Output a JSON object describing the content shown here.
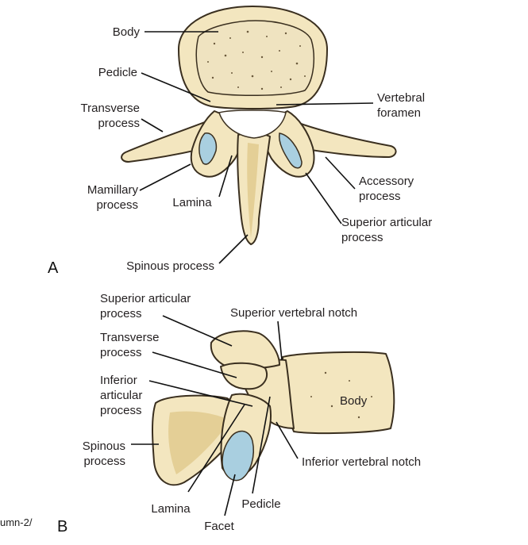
{
  "panel_a": {
    "letter": "A",
    "labels": {
      "body": "Body",
      "pedicle": "Pedicle",
      "transverse_1": "Transverse",
      "transverse_2": "process",
      "vertebral_foramen_1": "Vertebral",
      "vertebral_foramen_2": "foramen",
      "mamillary_1": "Mamillary",
      "mamillary_2": "process",
      "lamina": "Lamina",
      "accessory_1": "Accessory",
      "accessory_2": "process",
      "superior_articular_1": "Superior articular",
      "superior_articular_2": "process",
      "spinous": "Spinous process"
    }
  },
  "panel_b": {
    "letter": "B",
    "labels": {
      "superior_articular_1": "Superior articular",
      "superior_articular_2": "process",
      "superior_vertebral_notch": "Superior vertebral notch",
      "transverse_1": "Transverse",
      "transverse_2": "process",
      "inferior_articular_1": "Inferior",
      "inferior_articular_2": "articular",
      "inferior_articular_3": "process",
      "body": "Body",
      "spinous_1": "Spinous",
      "spinous_2": "process",
      "inferior_vertebral_notch": "Inferior vertebral notch",
      "lamina": "Lamina",
      "pedicle": "Pedicle",
      "facet": "Facet"
    }
  },
  "url_fragment": "umn-2/",
  "colors": {
    "bone": "#f3e6bf",
    "bone_shade": "#e4cf96",
    "facet": "#a9cfe0",
    "outline": "#3a2f1f",
    "text": "#231f20"
  }
}
